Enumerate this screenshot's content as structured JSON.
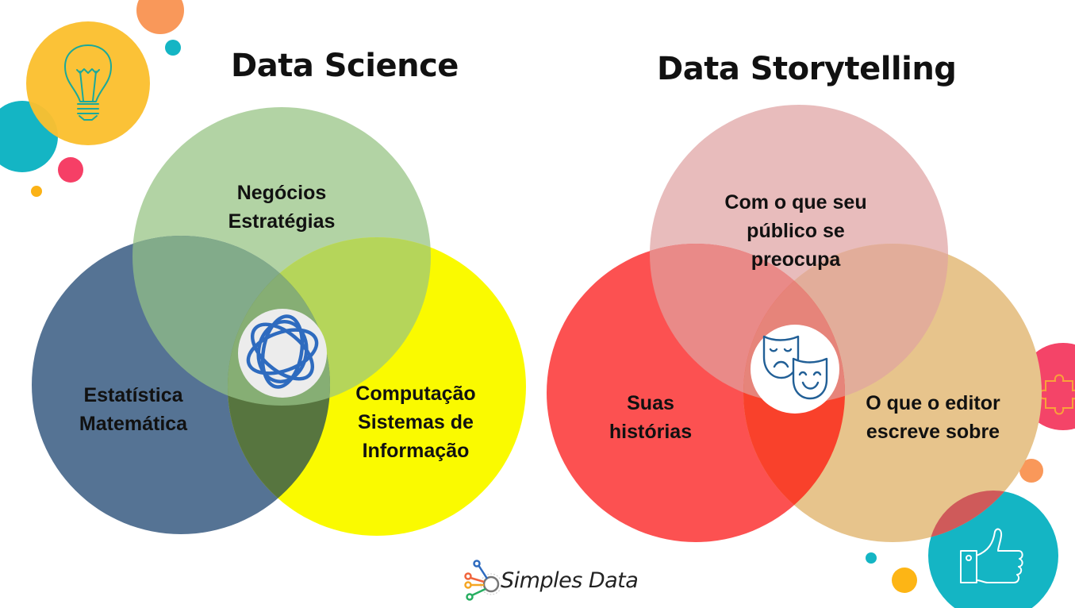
{
  "left_diagram": {
    "title": "Data Science",
    "center_icon": "atom-orbit-icon",
    "circles": [
      {
        "id": "top",
        "lines": [
          "Negócios",
          "Estratégias"
        ],
        "color": "#b2d3a4"
      },
      {
        "id": "left",
        "lines": [
          "Estatística",
          "Matemática"
        ],
        "color": "#557394"
      },
      {
        "id": "right",
        "lines": [
          "Computação",
          "Sistemas de",
          "Informação"
        ],
        "color": "#fafa00"
      }
    ],
    "overlap_colors": {
      "top_left": "#82ab8a",
      "top_right": "#b5d55a",
      "left_right": "#57753f",
      "center": "#86ae74"
    }
  },
  "right_diagram": {
    "title": "Data Storytelling",
    "center_icon": "theater-masks-icon",
    "circles": [
      {
        "id": "top",
        "lines": [
          "Com o que seu",
          "público se",
          "preocupa"
        ],
        "color": "#e8bcbc"
      },
      {
        "id": "left",
        "lines": [
          "Suas",
          "histórias"
        ],
        "color": "#fc5151"
      },
      {
        "id": "right",
        "lines": [
          "O que o editor",
          "escreve sobre"
        ],
        "color": "#e7c48c"
      }
    ],
    "overlap_colors": {
      "top_left": "#e98a88",
      "top_right": "#e2ad9a",
      "left_right": "#f9412b",
      "center": "#e6847a"
    }
  },
  "decorations": {
    "top_left_icon": "lightbulb-icon",
    "right_edge_icon": "puzzle-piece-icon",
    "bottom_right_icon": "thumbs-up-icon"
  },
  "footer": {
    "logo_text": "Simples Data",
    "logo_icon": "network-nodes-icon"
  },
  "colors": {
    "yellow_orange": "#fbbf2f",
    "teal": "#14b5c4",
    "orange": "#f9985a",
    "pink": "#f63f66",
    "gold": "#fdb515",
    "icon_blue": "#2e6bbf",
    "mask_blue": "#215f96"
  }
}
